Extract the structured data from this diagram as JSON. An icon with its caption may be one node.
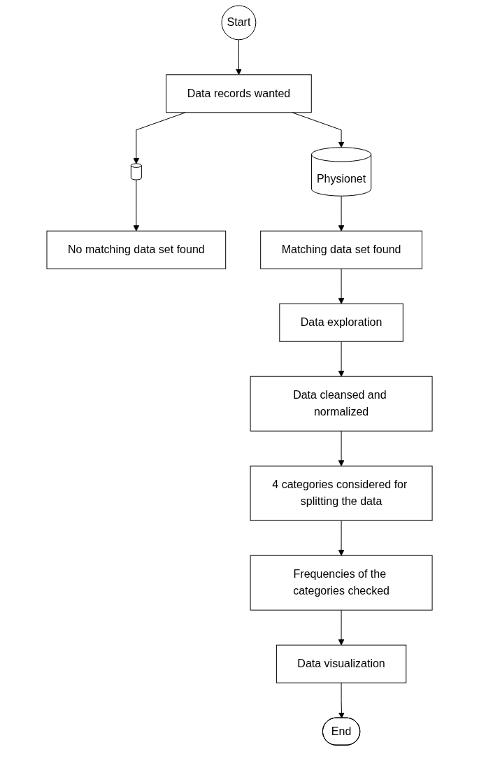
{
  "diagram": {
    "nodes": [
      {
        "text": [
          "Start"
        ]
      },
      {
        "text": [
          "Data records wanted"
        ]
      },
      {
        "text": [
          "Physionet"
        ]
      },
      {
        "text": [],
        "shape": "cylinder"
      },
      {
        "text": [
          "No matching data set found"
        ]
      },
      {
        "text": [
          "Matching data set found"
        ]
      },
      {
        "text": [
          "Data exploration"
        ]
      },
      {
        "text": [
          "Data cleansed and normalized"
        ]
      },
      {
        "text": [
          "4 categories considered for splitting the data"
        ]
      },
      {
        "text": [
          "Frequencies of the categories checked"
        ]
      },
      {
        "text": [
          "Data visualization"
        ]
      },
      {
        "text": [
          "End"
        ]
      }
    ],
    "edges": [
      {
        "from": 0,
        "to": 1,
        "arrow": "to"
      },
      {
        "from": 1,
        "to": 2,
        "arrow": "to"
      },
      {
        "from": 1,
        "to": 3,
        "arrow": "to"
      },
      {
        "from": 3,
        "to": 4,
        "arrow": "to"
      },
      {
        "from": 2,
        "to": 5,
        "arrow": "to"
      },
      {
        "from": 5,
        "to": 6,
        "arrow": "to"
      },
      {
        "from": 6,
        "to": 7,
        "arrow": "to"
      },
      {
        "from": 7,
        "to": 8,
        "arrow": "to"
      },
      {
        "from": 8,
        "to": 9,
        "arrow": "to"
      },
      {
        "from": 9,
        "to": 10,
        "arrow": "to"
      },
      {
        "from": 10,
        "to": 11,
        "arrow": "to"
      }
    ]
  }
}
